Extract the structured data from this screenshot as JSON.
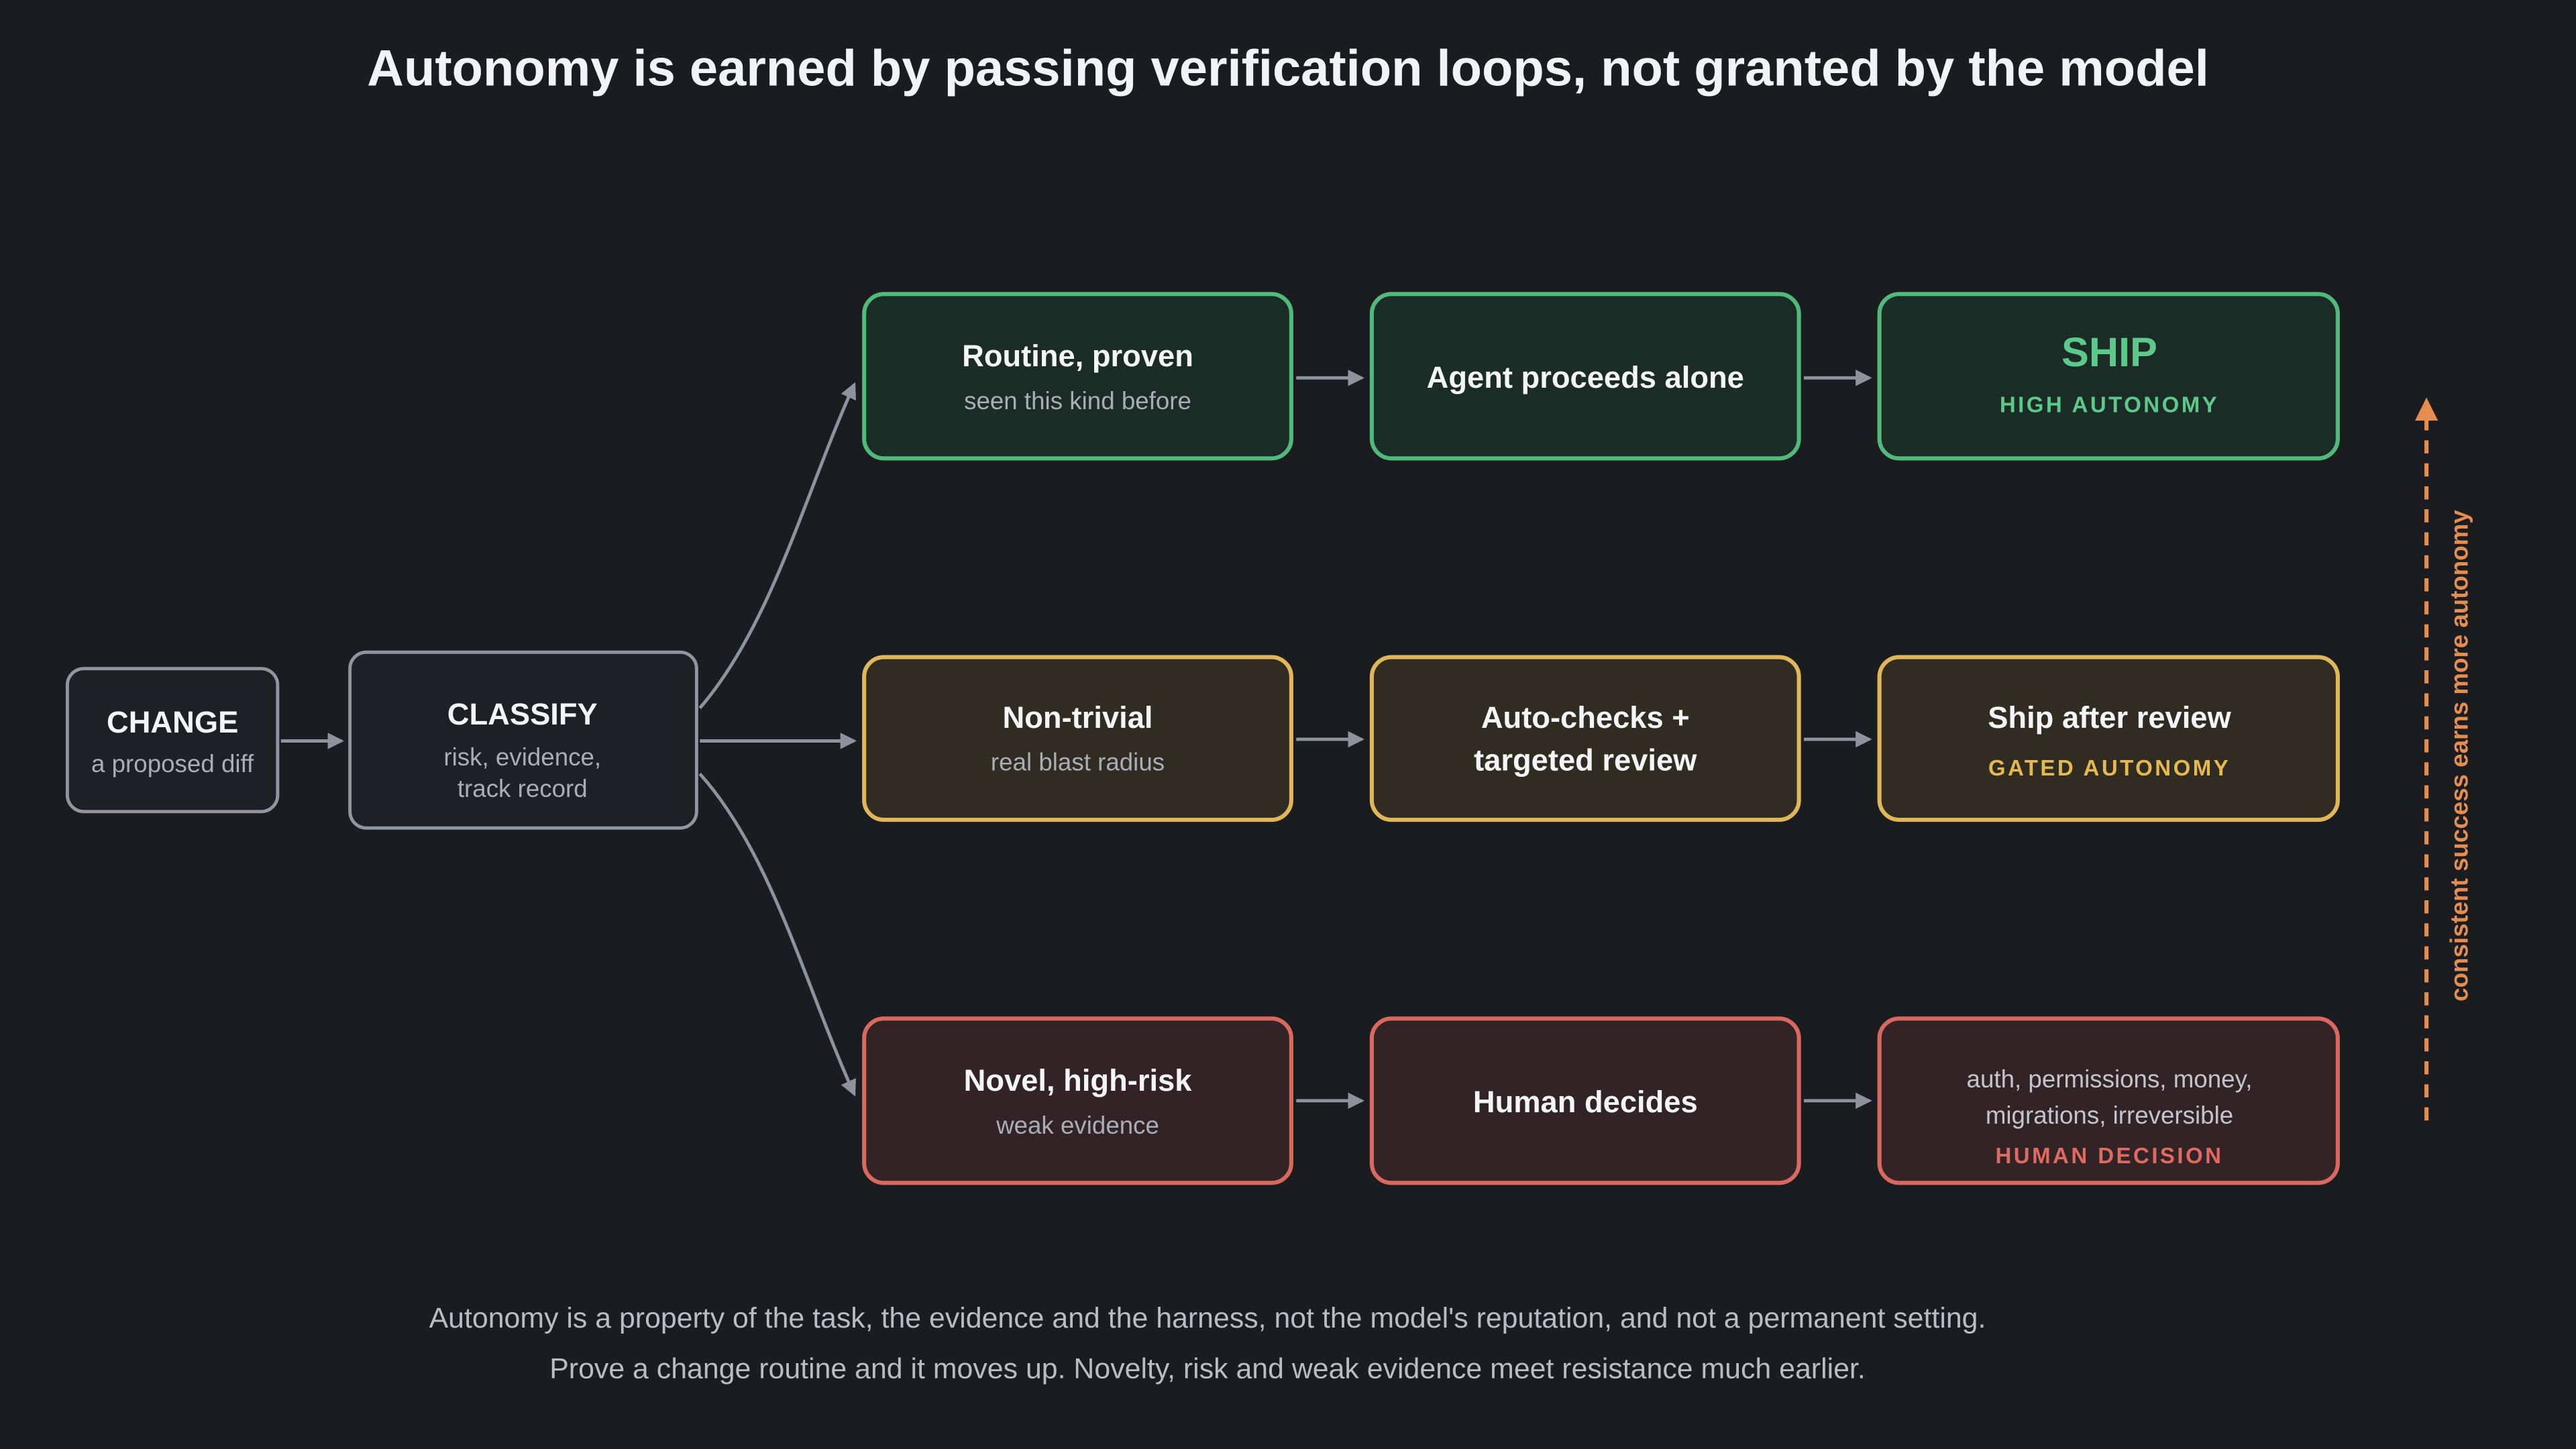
{
  "title": "Autonomy is earned by passing verification loops, not granted by the model",
  "colors": {
    "background": "#1a1c20",
    "neutral_border": "#9096a0",
    "arrow": "#8d939c",
    "green_border": "#4fba7a",
    "green_fill": "#1b2b25",
    "green_text": "#5cc98a",
    "yellow_border": "#e0b65b",
    "yellow_fill": "#302c22",
    "yellow_text": "#e5b94f",
    "red_border": "#d9685f",
    "red_fill": "#322426",
    "red_text": "#e06a5f",
    "side_arrow": "#e58d50"
  },
  "nodes": {
    "change": {
      "title": "CHANGE",
      "subtitle": "a proposed diff"
    },
    "classify": {
      "title": "CLASSIFY",
      "subtitle_line1": "risk, evidence,",
      "subtitle_line2": "track record"
    },
    "routine": {
      "title": "Routine, proven",
      "subtitle": "seen this kind before"
    },
    "agent": {
      "title": "Agent proceeds alone"
    },
    "ship": {
      "title": "SHIP",
      "badge": "HIGH AUTONOMY"
    },
    "nontrivial": {
      "title": "Non-trivial",
      "subtitle": "real blast radius"
    },
    "autochecks": {
      "title_line1": "Auto-checks +",
      "title_line2": "targeted review"
    },
    "shipafter": {
      "title": "Ship after review",
      "badge": "GATED AUTONOMY"
    },
    "novel": {
      "title": "Novel, high-risk",
      "subtitle": "weak evidence"
    },
    "human": {
      "title": "Human decides"
    },
    "humandecision": {
      "line1": "auth, permissions, money,",
      "line2": "migrations, irreversible",
      "badge": "HUMAN DECISION"
    }
  },
  "side_label": "consistent success earns more autonomy",
  "caption": {
    "line1": "Autonomy is a property of the task, the evidence and the harness, not the model's reputation, and not a permanent setting.",
    "line2": "Prove a change routine and it moves up. Novelty, risk and weak evidence meet resistance much earlier."
  }
}
